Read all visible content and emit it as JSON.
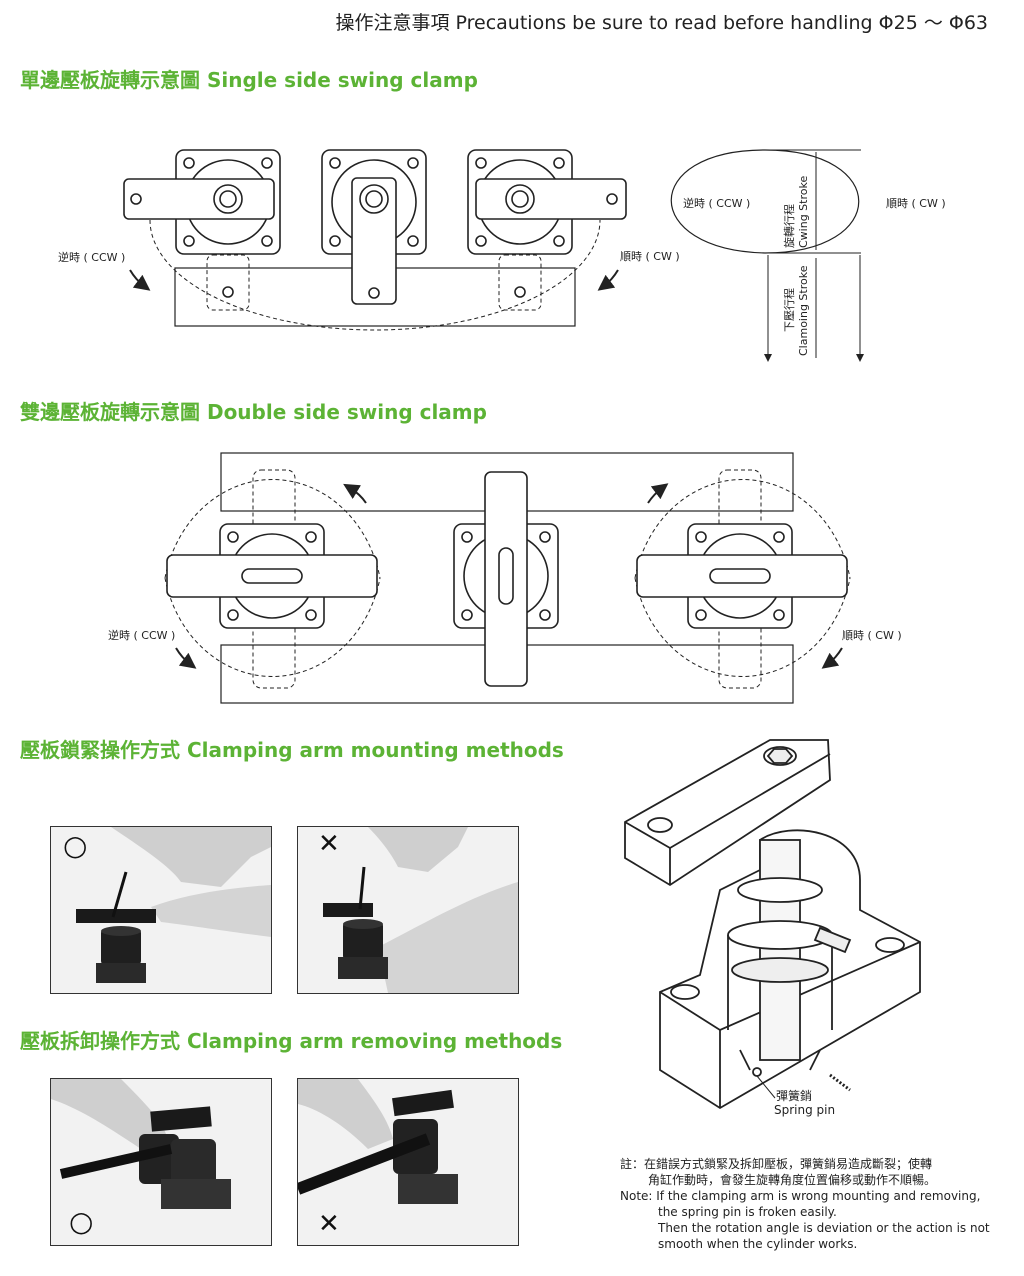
{
  "header": {
    "title": "操作注意事項 Precautions be sure to read before handling Φ25 ～ Φ63"
  },
  "sections": {
    "single": "單邊壓板旋轉示意圖 Single side swing clamp",
    "double": "雙邊壓板旋轉示意圖 Double side swing clamp",
    "mounting": "壓板鎖緊操作方式 Clamping arm mounting methods",
    "removing": "壓板拆卸操作方式 Clamping arm removing methods"
  },
  "labels": {
    "ccw": "逆時 ( CCW )",
    "cw": "順時 ( CW )",
    "swing_stroke_zh": "旋轉行程",
    "swing_stroke_en": "Cwing Stroke",
    "clamp_stroke_zh": "下壓行程",
    "clamp_stroke_en": "Clamoing Stroke",
    "spring_pin_zh": "彈簧銷",
    "spring_pin_en": "Spring pin"
  },
  "marks": {
    "correct": "○",
    "wrong": "✕"
  },
  "note": {
    "zh_line1": "註：在錯誤方式鎖緊及拆卸壓板，彈簧銷易造成斷裂；使轉",
    "zh_line2": "角缸作動時，會發生旋轉角度位置偏移或動作不順暢。",
    "en_line1": "Note: If the clamping arm is wrong mounting and removing,",
    "en_line2": "the spring pin is froken easily.",
    "en_line3": "Then the rotation angle is deviation or the action is not",
    "en_line4": "smooth when the cylinder works."
  }
}
